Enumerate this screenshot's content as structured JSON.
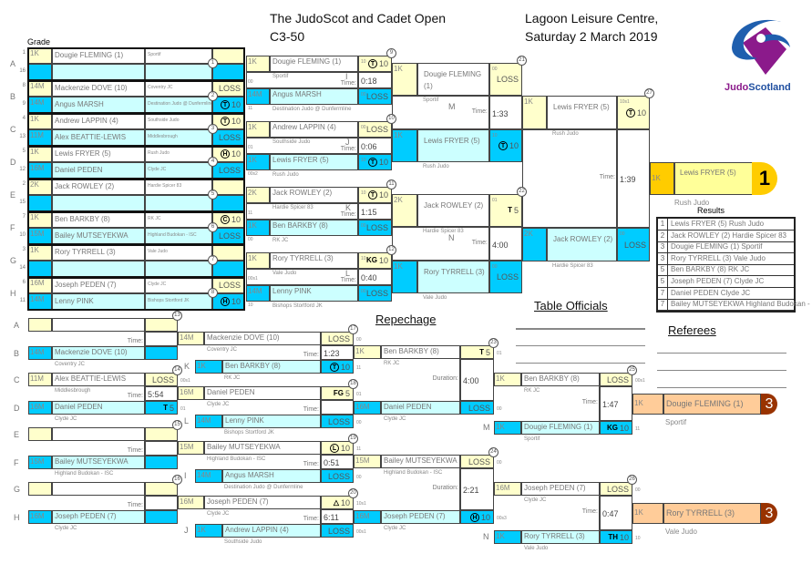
{
  "header": {
    "title": "The JudoScot and Cadet Open",
    "category": "C3-50",
    "venue": "Lagoon Leisure Centre,",
    "date": "Saturday 2 March 2019",
    "logo_text": "JudoScotland"
  },
  "grade_label": "Grade",
  "time_label": "Time:",
  "duration_label": "Duration:",
  "repechage_label": "Repechage",
  "officials_label": "Table Officials",
  "referees_label": "Referees",
  "results_label": "Results",
  "colors": {
    "yellow": "#ffffcc",
    "cyan_light": "#ccffff",
    "cyan": "#00ccff",
    "gold": "#ffcc00",
    "gold_light": "#ffff99",
    "bronze": "#ffcc99",
    "bronze_badge": "#993300"
  },
  "round1": [
    {
      "pool": "A",
      "seeds": [
        "1",
        "16"
      ],
      "no": "1",
      "top": {
        "grade": "1K",
        "name": "Dougie FLEMING (1)",
        "club": "Sportif",
        "score": ""
      },
      "bottom": {
        "grade": "",
        "name": "",
        "club": "",
        "score": ""
      }
    },
    {
      "pool": "B",
      "seeds": [
        "8",
        "9"
      ],
      "no": "2",
      "top": {
        "grade": "14M",
        "name": "Mackenzie DOVE (10)",
        "club": "Coventry JC",
        "score": "LOSS"
      },
      "bottom": {
        "grade": "14M",
        "name": "Angus MARSH",
        "club": "Destination Judo @ Dunfermline",
        "mark": "T",
        "mark_style": "circle",
        "score": "10"
      }
    },
    {
      "pool": "C",
      "seeds": [
        "4",
        "13"
      ],
      "no": "3",
      "top": {
        "grade": "1K",
        "name": "Andrew LAPPIN (4)",
        "club": "Southside Judo",
        "mark": "T",
        "mark_style": "circle",
        "score": "10"
      },
      "bottom": {
        "grade": "11M",
        "name": "Alex BEATTIE-LEWIS",
        "club": "Middlesbrough",
        "score": "LOSS"
      }
    },
    {
      "pool": "D",
      "seeds": [
        "5",
        "12"
      ],
      "no": "4",
      "top": {
        "grade": "1K",
        "name": "Lewis FRYER (5)",
        "club": "Rush Judo",
        "mark": "H",
        "mark_style": "circle",
        "score": "10"
      },
      "bottom": {
        "grade": "16M",
        "name": "Daniel PEDEN",
        "club": "Clyde JC",
        "score": "LOSS"
      }
    },
    {
      "pool": "E",
      "seeds": [
        "2",
        "15"
      ],
      "no": "5",
      "top": {
        "grade": "2K",
        "name": "Jack ROWLEY (2)",
        "club": "Hardie Spicer 83",
        "score": ""
      },
      "bottom": {
        "grade": "",
        "name": "",
        "club": "",
        "score": ""
      }
    },
    {
      "pool": "F",
      "seeds": [
        "7",
        "10"
      ],
      "no": "6",
      "top": {
        "grade": "1K",
        "name": "Ben BARKBY (8)",
        "club": "RK JC",
        "mark": "C",
        "mark_style": "circle",
        "score": "10"
      },
      "bottom": {
        "grade": "15M",
        "name": "Bailey MUTSEYEKWA",
        "club": "Highland Budokan - ISC",
        "score": "LOSS"
      }
    },
    {
      "pool": "G",
      "seeds": [
        "3",
        "14"
      ],
      "no": "7",
      "top": {
        "grade": "1K",
        "name": "Rory TYRRELL (3)",
        "club": "Vale Judo",
        "score": ""
      },
      "bottom": {
        "grade": "",
        "name": "",
        "club": "",
        "score": ""
      }
    },
    {
      "pool": "H",
      "seeds": [
        "6",
        "11"
      ],
      "no": "8",
      "top": {
        "grade": "16M",
        "name": "Joseph PEDEN (7)",
        "club": "Clyde JC",
        "score": "LOSS"
      },
      "bottom": {
        "grade": "14M",
        "name": "Lenny PINK",
        "club": "Bishops Stortford JK",
        "mark": "H",
        "mark_style": "circle",
        "score": "10"
      }
    }
  ],
  "main": [
    {
      "no": "9",
      "letter": "I",
      "time": "0:18",
      "top": {
        "grade": "1K",
        "name": "Dougie FLEMING (1)",
        "club": "Sportif",
        "code": "10",
        "mark": "T",
        "mark_style": "circle",
        "score": "10",
        "side": "00"
      },
      "bottom": {
        "grade": "14M",
        "name": "Angus MARSH",
        "club": "Destination Judo @ Dunfermline",
        "code": "00",
        "score": "LOSS",
        "side": "11"
      }
    },
    {
      "no": "10",
      "letter": "J",
      "time": "0:06",
      "top": {
        "grade": "1K",
        "name": "Andrew LAPPIN (4)",
        "club": "Southside Judo",
        "code": "00",
        "score": "LOSS",
        "side": "01"
      },
      "bottom": {
        "grade": "1K",
        "name": "Lewis FRYER (5)",
        "club": "Rush Judo",
        "code": "10",
        "mark": "T",
        "mark_style": "circle",
        "score": "10",
        "side": "00s2"
      }
    },
    {
      "no": "11",
      "letter": "K",
      "time": "1:15",
      "top": {
        "grade": "2K",
        "name": "Jack ROWLEY (2)",
        "club": "Hardie Spicer 83",
        "code": "10",
        "mark": "T",
        "mark_style": "circle",
        "score": "10",
        "side": "11"
      },
      "bottom": {
        "grade": "1K",
        "name": "Ben BARKBY (8)",
        "club": "RK JC",
        "code": "00",
        "score": "LOSS",
        "side": "00"
      }
    },
    {
      "no": "12",
      "letter": "L",
      "time": "0:40",
      "top": {
        "grade": "1K",
        "name": "Rory TYRRELL (3)",
        "club": "Vale Judo",
        "code": "10",
        "mark": "KG",
        "mark_style": "plain",
        "score": "10",
        "side": "00s1"
      },
      "bottom": {
        "grade": "14M",
        "name": "Lenny PINK",
        "club": "Bishops Stortford JK",
        "code": "00",
        "score": "LOSS",
        "side": "10"
      }
    },
    {
      "no": "21",
      "letter": "M",
      "time": "1:33",
      "top": {
        "grade": "1K",
        "name": "Dougie FLEMING (1)",
        "club": "Sportif",
        "code": "00",
        "score": "LOSS"
      },
      "bottom": {
        "grade": "1K",
        "name": "Lewis FRYER (5)",
        "club": "Rush Judo",
        "code": "10",
        "mark": "T",
        "mark_style": "circle",
        "score": "10"
      }
    },
    {
      "no": "22",
      "letter": "N",
      "time": "4:00",
      "top": {
        "grade": "2K",
        "name": "Jack ROWLEY (2)",
        "club": "Hardie Spicer 83",
        "code": "01",
        "mark": "T",
        "mark_style": "plain",
        "score": "5"
      },
      "bottom": {
        "grade": "1K",
        "name": "Rory TYRRELL (3)",
        "club": "Vale Judo",
        "code": "00",
        "score": "LOSS"
      }
    },
    {
      "no": "27",
      "letter": "",
      "time": "1:39",
      "top": {
        "grade": "1K",
        "name": "Lewis FRYER (5)",
        "club": "Rush Judo",
        "code": "10s1",
        "mark": "T",
        "mark_style": "circle",
        "score": "10"
      },
      "bottom": {
        "grade": "2K",
        "name": "Jack ROWLEY (2)",
        "club": "Hardie Spicer 83",
        "code": "00",
        "score": "LOSS"
      }
    }
  ],
  "winner": {
    "grade": "1K",
    "name": "Lewis FRYER (5)",
    "club": "Rush Judo",
    "place": "1"
  },
  "results": [
    {
      "place": "1",
      "text": "Lewis FRYER (5) Rush Judo"
    },
    {
      "place": "2",
      "text": "Jack ROWLEY (2) Hardie Spicer 83"
    },
    {
      "place": "3",
      "text": "Dougie FLEMING (1) Sportif"
    },
    {
      "place": "3",
      "text": "Rory TYRRELL (3) Vale Judo"
    },
    {
      "place": "5",
      "text": "Ben BARKBY (8) RK JC"
    },
    {
      "place": "5",
      "text": "Joseph PEDEN (7) Clyde JC"
    },
    {
      "place": "7",
      "text": "Daniel PEDEN Clyde JC"
    },
    {
      "place": "7",
      "text": "Bailey MUTSEYEKWA Highland Budokan - ISC"
    }
  ],
  "repechage": [
    {
      "no": "13",
      "pools": [
        "A",
        "B"
      ],
      "time": "",
      "top": {
        "grade": "",
        "name": "",
        "club": "",
        "score": ""
      },
      "bottom": {
        "grade": "14M",
        "name": "Mackenzie DOVE (10)",
        "club": "Coventry JC",
        "score": ""
      }
    },
    {
      "no": "14",
      "pools": [
        "C",
        "D"
      ],
      "time": "5:54",
      "top": {
        "grade": "11M",
        "name": "Alex BEATTIE-LEWIS",
        "club": "Middlesbrough",
        "score": "LOSS",
        "side": "00s1"
      },
      "bottom": {
        "grade": "16M",
        "name": "Daniel PEDEN",
        "club": "Clyde JC",
        "mark": "T",
        "mark_style": "plain",
        "score": "5",
        "side": "01"
      }
    },
    {
      "no": "15",
      "pools": [
        "E",
        "F"
      ],
      "time": "",
      "top": {
        "grade": "",
        "name": "",
        "club": "",
        "score": ""
      },
      "bottom": {
        "grade": "15M",
        "name": "Bailey MUTSEYEKWA",
        "club": "Highland Budokan - ISC",
        "score": ""
      }
    },
    {
      "no": "16",
      "pools": [
        "G",
        "H"
      ],
      "time": "",
      "top": {
        "grade": "",
        "name": "",
        "club": "",
        "score": ""
      },
      "bottom": {
        "grade": "16M",
        "name": "Joseph PEDEN (7)",
        "club": "Clyde JC",
        "score": ""
      }
    },
    {
      "no": "17",
      "letter": "K",
      "time": "1:23",
      "top": {
        "grade": "14M",
        "name": "Mackenzie DOVE (10)",
        "club": "Coventry JC",
        "score": "LOSS",
        "side": "00"
      },
      "bottom": {
        "grade": "1K",
        "name": "Ben BARKBY (8)",
        "club": "RK JC",
        "mark": "T",
        "mark_style": "circle",
        "score": "10",
        "side": "11"
      }
    },
    {
      "no": "18",
      "letter": "L",
      "time": "",
      "top": {
        "grade": "16M",
        "name": "Daniel PEDEN",
        "club": "Clyde JC",
        "mark": "FG",
        "mark_style": "plain",
        "score": "5",
        "side": "01"
      },
      "bottom": {
        "grade": "14M",
        "name": "Lenny PINK",
        "club": "Bishops Stortford JK",
        "score": "LOSS",
        "side": "00"
      }
    },
    {
      "no": "19",
      "letter": "I",
      "time": "0:51",
      "top": {
        "grade": "15M",
        "name": "Bailey MUTSEYEKWA",
        "club": "Highland Budokan - ISC",
        "mark": "L",
        "mark_style": "circle",
        "score": "10",
        "side": "11"
      },
      "bottom": {
        "grade": "14M",
        "name": "Angus MARSH",
        "club": "Destination Judo @ Dunfermline",
        "score": "LOSS",
        "side": "00"
      }
    },
    {
      "no": "20",
      "letter": "J",
      "time": "6:11",
      "top": {
        "grade": "16M",
        "name": "Joseph PEDEN (7)",
        "club": "Clyde JC",
        "mark": "△",
        "mark_style": "plain",
        "score": "10",
        "side": "10s1"
      },
      "bottom": {
        "grade": "1K",
        "name": "Andrew LAPPIN (4)",
        "club": "Southside Judo",
        "score": "LOSS",
        "side": "00s1"
      }
    },
    {
      "no": "23",
      "letter": "",
      "time": "4:00",
      "top": {
        "grade": "1K",
        "name": "Ben BARKBY (8)",
        "club": "RK JC",
        "mark": "T",
        "mark_style": "plain",
        "score": "5",
        "side": "01"
      },
      "bottom": {
        "grade": "16M",
        "name": "Daniel PEDEN",
        "club": "Clyde JC",
        "score": "LOSS",
        "side": "00"
      }
    },
    {
      "no": "24",
      "letter": "",
      "time": "2:21",
      "top": {
        "grade": "15M",
        "name": "Bailey MUTSEYEKWA",
        "club": "Highland Budokan - ISC",
        "score": "LOSS",
        "side": "00"
      },
      "bottom": {
        "grade": "16M",
        "name": "Joseph PEDEN (7)",
        "club": "Clyde JC",
        "mark": "H",
        "mark_style": "circle",
        "score": "10",
        "side": "00s3"
      }
    },
    {
      "no": "25",
      "letter": "M",
      "time": "1:47",
      "top": {
        "grade": "1K",
        "name": "Ben BARKBY (8)",
        "club": "RK JC",
        "score": "LOSS",
        "side": "00s1"
      },
      "bottom": {
        "grade": "1K",
        "name": "Dougie FLEMING (1)",
        "club": "Sportif",
        "mark": "KG",
        "mark_style": "plain",
        "score": "10",
        "side": "11"
      }
    },
    {
      "no": "26",
      "letter": "N",
      "time": "0:47",
      "top": {
        "grade": "16M",
        "name": "Joseph PEDEN (7)",
        "club": "Clyde JC",
        "score": "LOSS",
        "side": "00"
      },
      "bottom": {
        "grade": "1K",
        "name": "Rory TYRRELL (3)",
        "club": "Vale Judo",
        "mark": "TH",
        "mark_style": "plain",
        "score": "10",
        "side": "10"
      }
    }
  ],
  "bronze": [
    {
      "grade": "1K",
      "name": "Dougie FLEMING (1)",
      "club": "Sportif",
      "place": "3"
    },
    {
      "grade": "1K",
      "name": "Rory TYRRELL (3)",
      "club": "Vale Judo",
      "place": "3"
    }
  ]
}
